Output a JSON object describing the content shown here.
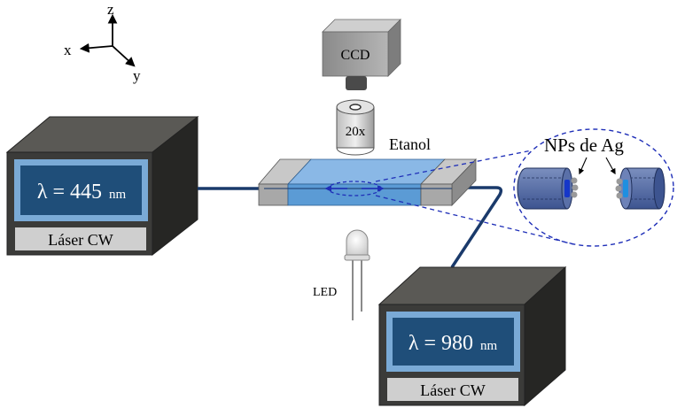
{
  "axes": {
    "z": "z",
    "x": "x",
    "y": "y"
  },
  "camera": {
    "label": "CCD"
  },
  "objective": {
    "label": "20x"
  },
  "cuvette": {
    "label": "Etanol"
  },
  "nanoparticles": {
    "label": "NPs de Ag"
  },
  "led": {
    "label": "LED"
  },
  "laser_left": {
    "wavelength": "λ = 445",
    "unit": "nm",
    "tag": "Láser CW"
  },
  "laser_right": {
    "wavelength": "λ = 980",
    "unit": "nm",
    "tag": "Láser CW"
  },
  "colors": {
    "box_front": "#3b3b39",
    "box_top": "#5a5955",
    "box_side": "#262624",
    "panel_frame": "#7aaad6",
    "panel_fill": "#1f4e79",
    "tag_fill": "#cfcfcf",
    "fiber": "#1a3a6b",
    "cuvette_blue": "#5b9bd5",
    "dashed": "#1f2fb8"
  }
}
